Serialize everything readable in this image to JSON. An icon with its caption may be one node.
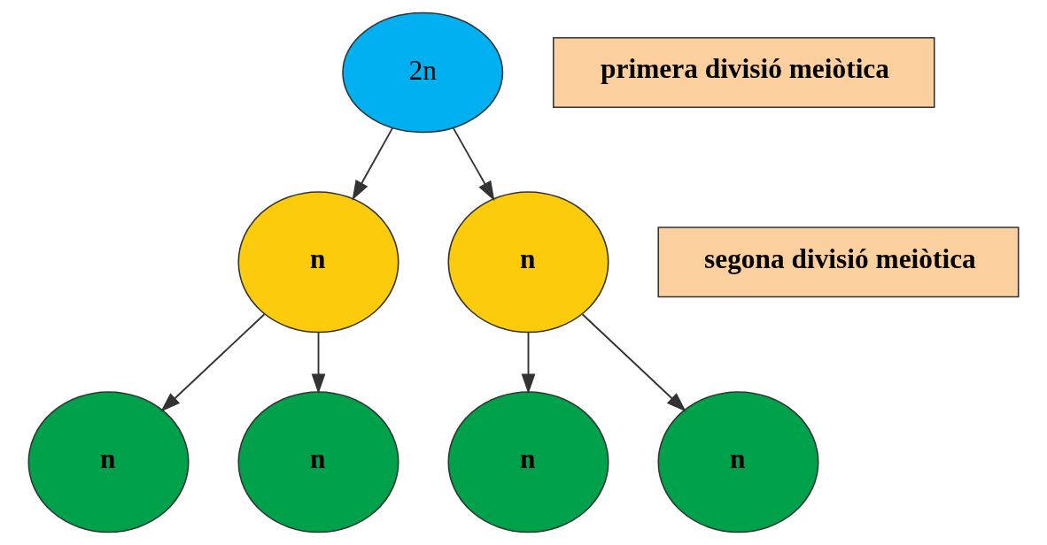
{
  "diagram": {
    "nodes": [
      {
        "text": [
          "2n"
        ]
      },
      {
        "text": [
          "primera divisió meiòtica"
        ]
      },
      {
        "text": [
          "n"
        ]
      },
      {
        "text": [
          "n"
        ]
      },
      {
        "text": [
          "segona divisió meiòtica"
        ]
      },
      {
        "text": [
          "n"
        ]
      },
      {
        "text": [
          "n"
        ]
      },
      {
        "text": [
          "n"
        ]
      },
      {
        "text": [
          "n"
        ]
      }
    ],
    "edges": [
      {
        "from": 0,
        "to": 2,
        "arrow": "to"
      },
      {
        "from": 0,
        "to": 3,
        "arrow": "to"
      },
      {
        "from": 2,
        "to": 5,
        "arrow": "to"
      },
      {
        "from": 2,
        "to": 6,
        "arrow": "to"
      },
      {
        "from": 3,
        "to": 7,
        "arrow": "to"
      },
      {
        "from": 3,
        "to": 8,
        "arrow": "to"
      }
    ]
  }
}
